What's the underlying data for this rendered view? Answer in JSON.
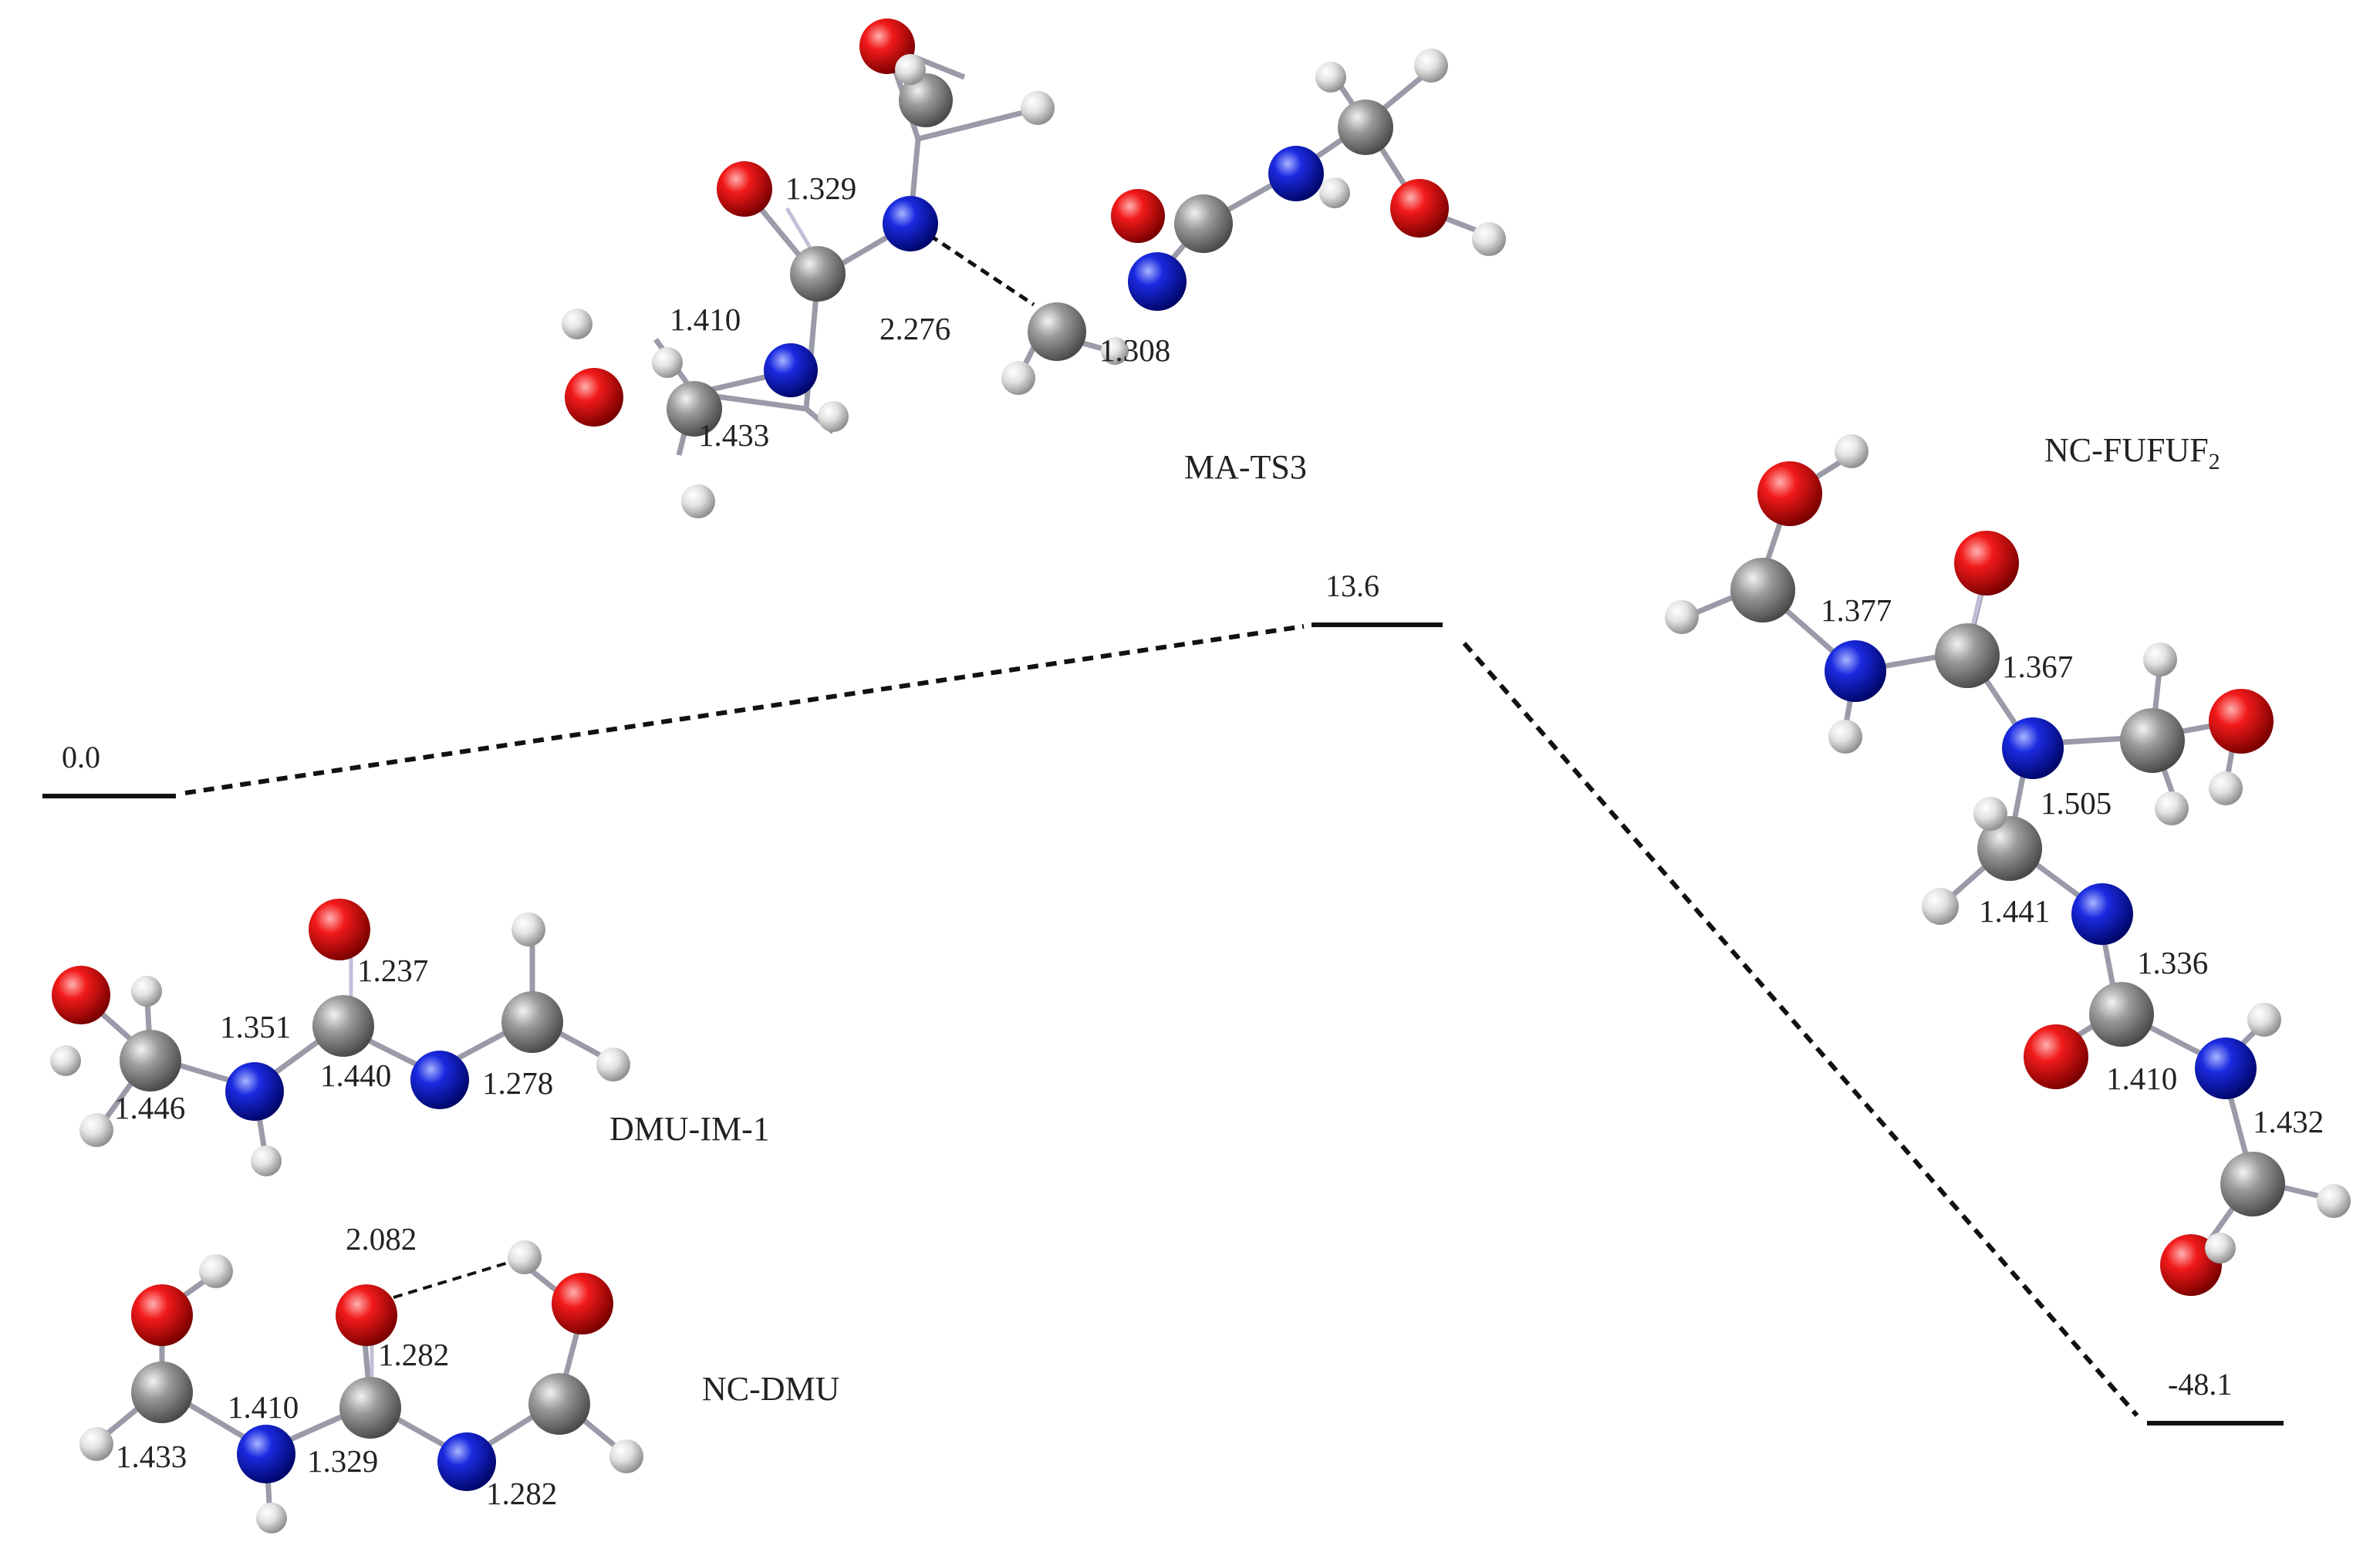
{
  "colors": {
    "oxygen": "#e3000c",
    "nitrogen": "#0a1ad6",
    "carbon": "#8c8c8c",
    "hydrogen": "#dcdcdc",
    "level_line": "#111111",
    "bond": "#9a9aa8"
  },
  "energy_levels": [
    {
      "id": "start",
      "value": "0.0"
    },
    {
      "id": "ts3",
      "value": "13.6"
    },
    {
      "id": "product",
      "value": "-48.1"
    }
  ],
  "structures": {
    "dmu_im1": {
      "name": "DMU-IM-1",
      "bond_lengths": [
        "1.237",
        "1.351",
        "1.440",
        "1.278",
        "1.446"
      ]
    },
    "nc_dmu": {
      "name": "NC-DMU",
      "bond_lengths": [
        "2.082",
        "1.282",
        "1.410",
        "1.433",
        "1.329",
        "1.282"
      ]
    },
    "ma_ts3": {
      "name": "MA-TS3",
      "bond_lengths": [
        "1.329",
        "1.410",
        "2.276",
        "1.308",
        "1.433"
      ]
    },
    "nc_fufuf2": {
      "name_main": "NC-FUFUF",
      "name_sub": "2",
      "bond_lengths": [
        "1.377",
        "1.367",
        "1.505",
        "1.441",
        "1.336",
        "1.410",
        "1.432"
      ]
    }
  }
}
